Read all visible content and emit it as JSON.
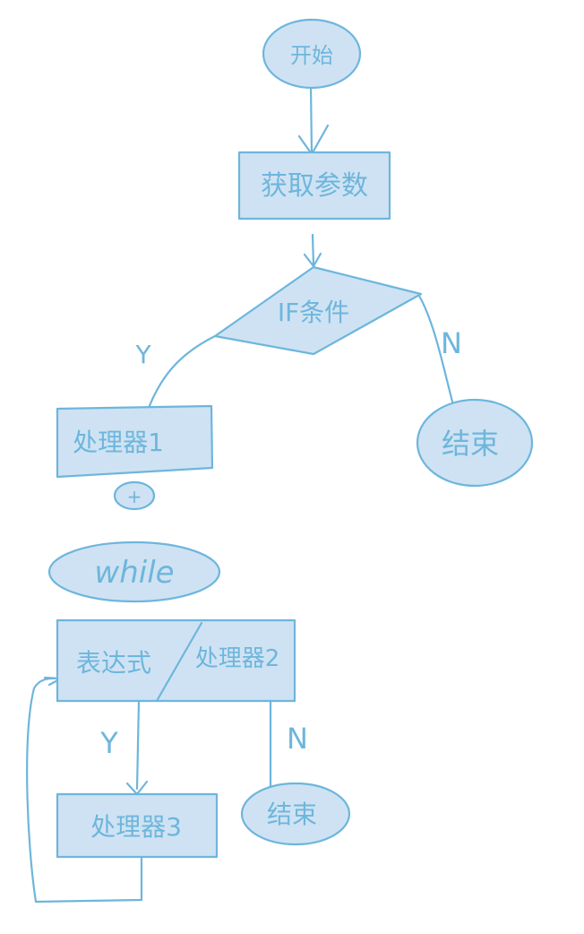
{
  "diagram": {
    "start": "开始",
    "get_params": "获取参数",
    "if_condition": "IF条件",
    "branch_yes": "Y",
    "branch_no": "N",
    "process1": "处理器1",
    "plus": "+",
    "end1": "结束",
    "while": "while",
    "expression": "表达式",
    "process2": "处理器2",
    "loop_yes": "Y",
    "loop_no": "N",
    "process3": "处理器3",
    "end2": "结束"
  },
  "colors": {
    "stroke": "#6db6dc",
    "fill": "#cfe2f3",
    "background": "#ffffff"
  }
}
